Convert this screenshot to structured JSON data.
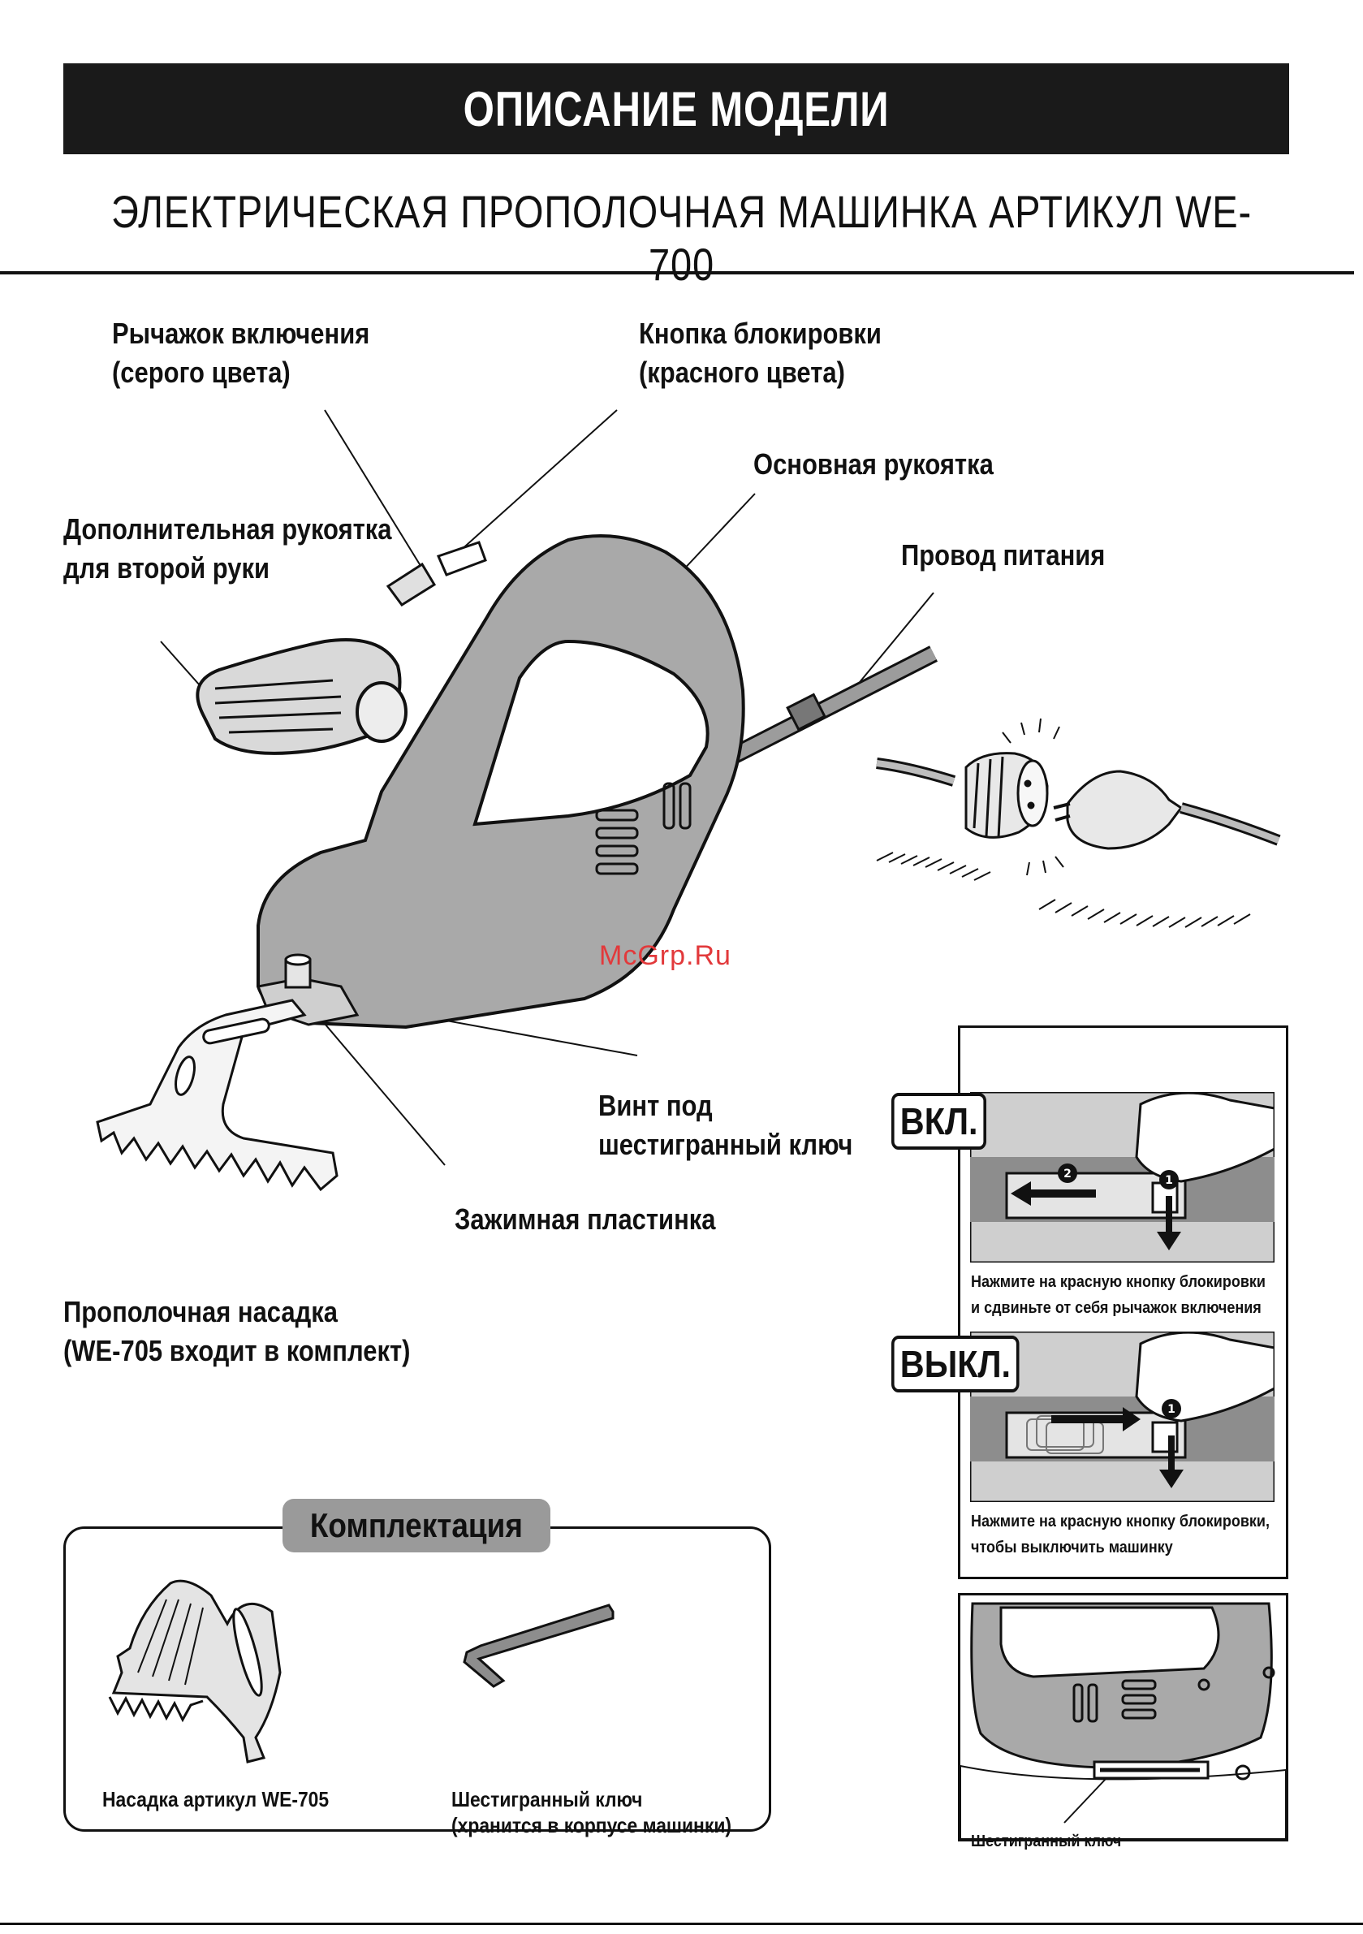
{
  "header": {
    "title": "ОПИСАНИЕ МОДЕЛИ"
  },
  "subtitle": "ЭЛЕКТРИЧЕСКАЯ ПРОПОЛОЧНАЯ МАШИНКА АРТИКУЛ WE-700",
  "labels": {
    "switch_lever": [
      "Рычажок включения",
      "(серого цвета)"
    ],
    "lock_button": [
      "Кнопка блокировки",
      "(красного цвета)"
    ],
    "main_handle": "Основная рукоятка",
    "aux_handle": [
      "Дополнительная рукоятка",
      "для второй руки"
    ],
    "power_cord": "Провод питания",
    "hex_screw": [
      "Винт под",
      "шестигранный ключ"
    ],
    "clamp_plate": "Зажимная пластинка",
    "weeding_attachment": [
      "Прополочная насадка",
      "(WE-705 входит в комплект)"
    ]
  },
  "watermark": "McGrp.Ru",
  "on_panel": {
    "badge": "ВКЛ.",
    "step_numbers": [
      "1",
      "2"
    ],
    "caption": [
      "Нажмите на красную кнопку блокировки",
      "и сдвиньте от себя рычажок включения"
    ]
  },
  "off_panel": {
    "badge": "ВЫКЛ.",
    "step_numbers": [
      "1"
    ],
    "caption": [
      "Нажмите на красную кнопку блокировки,",
      "чтобы выключить машинку"
    ]
  },
  "storage_panel": {
    "caption": "Шестигранный ключ"
  },
  "kit": {
    "title": "Комплектация",
    "items": [
      {
        "caption": [
          "Насадка артикул WE-705"
        ]
      },
      {
        "caption": [
          "Шестигранный ключ",
          "(хранится в корпусе машинки)"
        ]
      }
    ]
  },
  "colors": {
    "header_bg": "#1a1a1a",
    "kit_title_bg": "#9a9a9a",
    "watermark": "#e2393b",
    "tool_body": "#a9a9a9"
  }
}
